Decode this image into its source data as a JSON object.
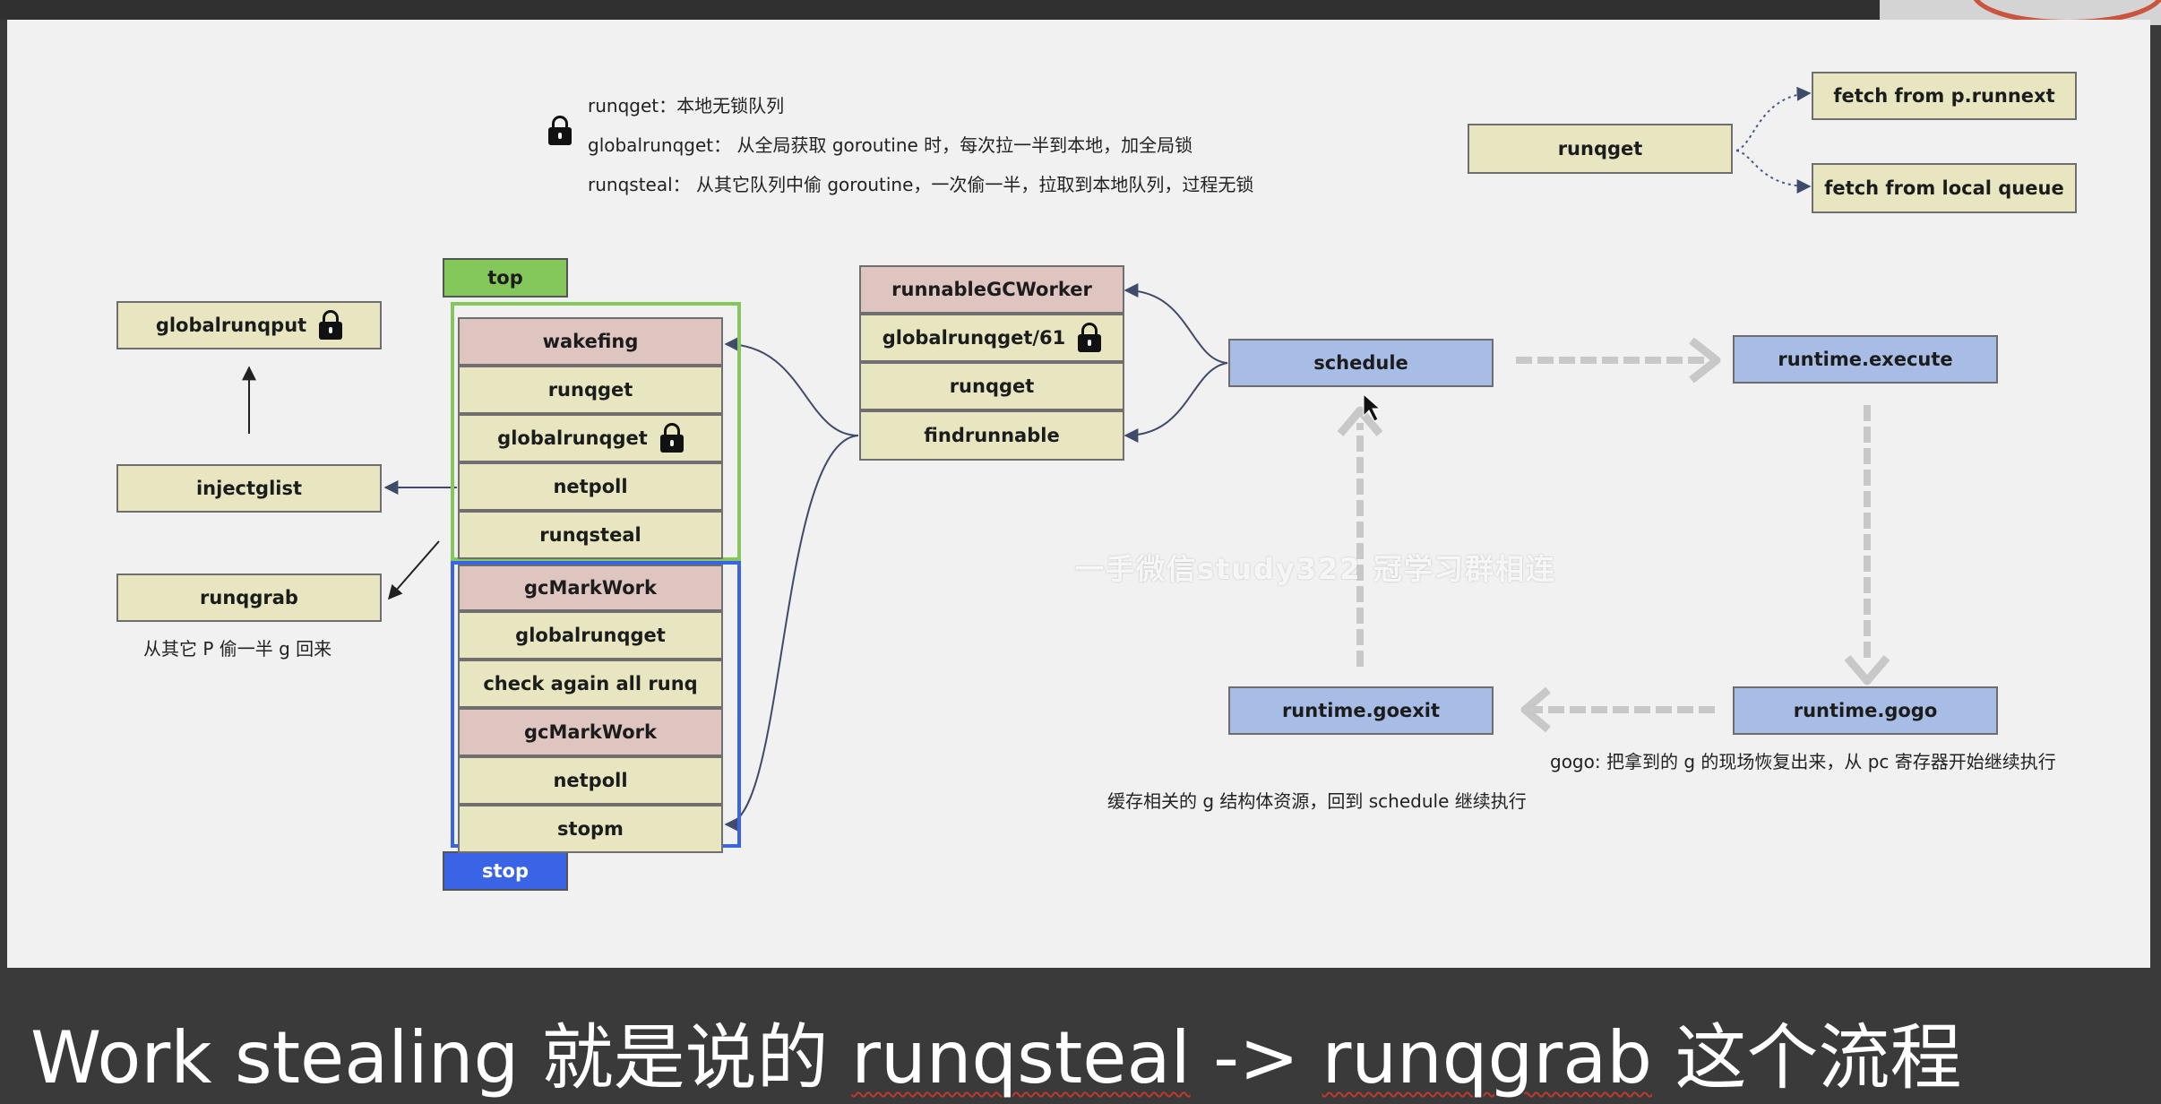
{
  "notes": {
    "runqget": "runqget：本地无锁队列",
    "globalrunqget": "globalrunqget： 从全局获取 goroutine 时，每次拉一半到本地，加全局锁",
    "runqsteal": "runqsteal： 从其它队列中偷 goroutine，一次偷一半，拉取到本地队列，过程无锁",
    "runqgrab": "从其它 P 偷一半 g 回来",
    "gogo": "gogo: 把拿到的 g 的现场恢复出来，从 pc 寄存器开始继续执行",
    "goexit": "缓存相关的 g 结构体资源，回到 schedule 继续执行"
  },
  "boxes": {
    "fetch_runnext": "fetch from p.runnext",
    "fetch_local": "fetch from local queue",
    "runqget_right": "runqget",
    "globalrunqput": "globalrunqput",
    "injectglist": "injectglist",
    "runqgrab": "runqgrab",
    "top_tag": "top",
    "stop_tag": "stop",
    "stack": [
      "wakefing",
      "runqget",
      "globalrunqget",
      "netpoll",
      "runqsteal",
      "gcMarkWork",
      "globalrunqget",
      "check again all runq",
      "gcMarkWork",
      "netpoll",
      "stopm"
    ],
    "middle": [
      "runnableGCWorker",
      "globalrunqget/61",
      "runqget",
      "findrunnable"
    ],
    "schedule": "schedule",
    "execute": "runtime.execute",
    "gogo": "runtime.gogo",
    "goexit": "runtime.goexit"
  },
  "watermark": "一手微信study322 冠学习群相连",
  "subtitle": {
    "part1": "Work stealing 就是说的 ",
    "part2": "runqsteal",
    "part3": " -> ",
    "part4": "runqgrab",
    "part5": " 这个流程"
  },
  "colors": {
    "cream": "#e7e6c0",
    "pink": "#dfc5c0",
    "blue": "#a8bde6",
    "top_green": "#84c85c",
    "stop_blue": "#3a64e6"
  }
}
